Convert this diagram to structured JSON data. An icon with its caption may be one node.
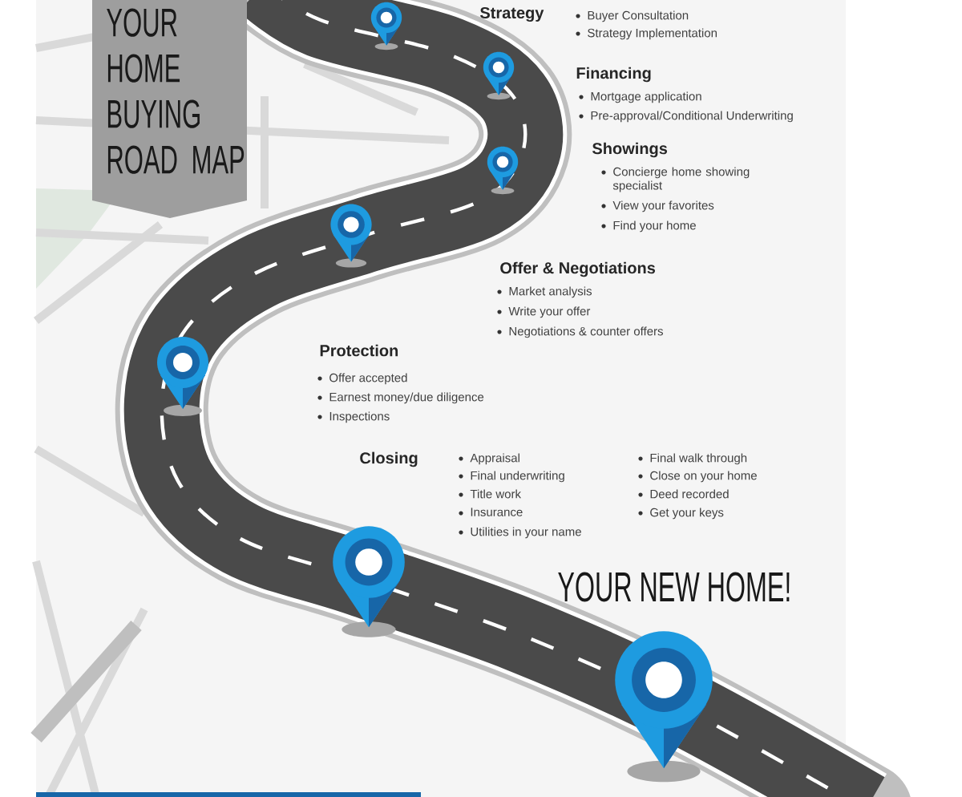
{
  "diagram": {
    "title": "YOUR HOME BUYING ROAD MAP",
    "labels": [
      "Strategy",
      "Buyer Consultation",
      "Strategy Implementation",
      "Financing",
      "Mortgage application",
      "Pre-approval/Conditional Underwriting",
      "Showings",
      "Concierge home showing specialist",
      "View your favorites",
      "Find your home",
      "Offer & Negotiations",
      "Market analysis",
      "Write your offer",
      "Negotiations & counter offers",
      "Protection",
      "Offer accepted",
      "Earnest money/due diligence",
      "Inspections",
      "Closing",
      "Appraisal",
      "Final underwriting",
      "Title work",
      "Insurance",
      "Utilities in your name",
      "Final walk through",
      "Close on your home",
      "Deed recorded",
      "Get your keys",
      "YOUR NEW HOME!"
    ]
  }
}
